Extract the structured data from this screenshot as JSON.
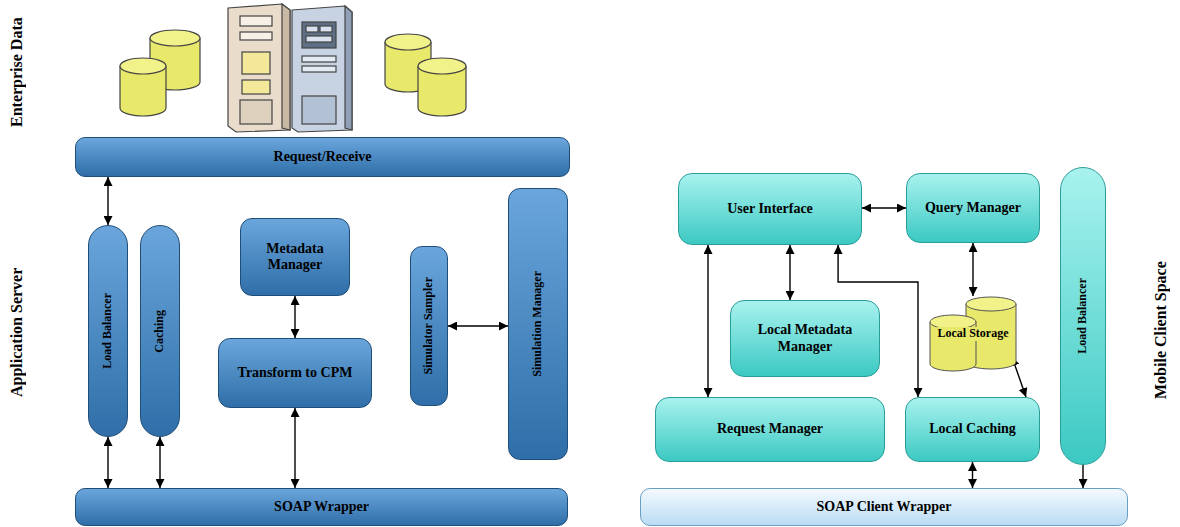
{
  "diagram": {
    "nodes": [
      {
        "text": [
          "Request/Receive"
        ]
      },
      {
        "text": [
          "Load Balancer"
        ]
      },
      {
        "text": [
          "Caching"
        ]
      },
      {
        "text": [
          "Metadata Manager"
        ]
      },
      {
        "text": [
          "Transform to CPM"
        ]
      },
      {
        "text": [
          "Simulator Sampler"
        ]
      },
      {
        "text": [
          "Simulation Manager"
        ]
      },
      {
        "text": [
          "SOAP Wrapper"
        ]
      },
      {
        "text": [
          "User Interface"
        ]
      },
      {
        "text": [
          "Query Manager"
        ]
      },
      {
        "text": [
          "Local Metadata Manager"
        ]
      },
      {
        "text": [
          "Local Storage"
        ]
      },
      {
        "text": [
          "Request Manager"
        ]
      },
      {
        "text": [
          "Local Caching"
        ]
      },
      {
        "text": [
          "Load Balancer"
        ]
      },
      {
        "text": [
          "SOAP Client Wrapper"
        ]
      }
    ],
    "edges": [
      {
        "from": 0,
        "to": 1,
        "arrow": "both"
      },
      {
        "from": 1,
        "to": 7,
        "arrow": "both"
      },
      {
        "from": 2,
        "to": 7,
        "arrow": "both"
      },
      {
        "from": 3,
        "to": 4,
        "arrow": "both"
      },
      {
        "from": 4,
        "to": 7,
        "arrow": "both"
      },
      {
        "from": 5,
        "to": 6,
        "arrow": "both"
      },
      {
        "from": 8,
        "to": 9,
        "arrow": "both"
      },
      {
        "from": 8,
        "to": 10,
        "arrow": "both"
      },
      {
        "from": 8,
        "to": 12,
        "arrow": "both"
      },
      {
        "from": 8,
        "to": 13,
        "arrow": "both"
      },
      {
        "from": 9,
        "to": 11,
        "arrow": "both"
      },
      {
        "from": 11,
        "to": 13,
        "arrow": "both"
      },
      {
        "from": 13,
        "to": 15,
        "arrow": "both"
      },
      {
        "from": 14,
        "to": 15,
        "arrow": "to"
      }
    ],
    "labels": [
      "Enterprise Data",
      "Application Server",
      "Mobile Client Space"
    ]
  }
}
